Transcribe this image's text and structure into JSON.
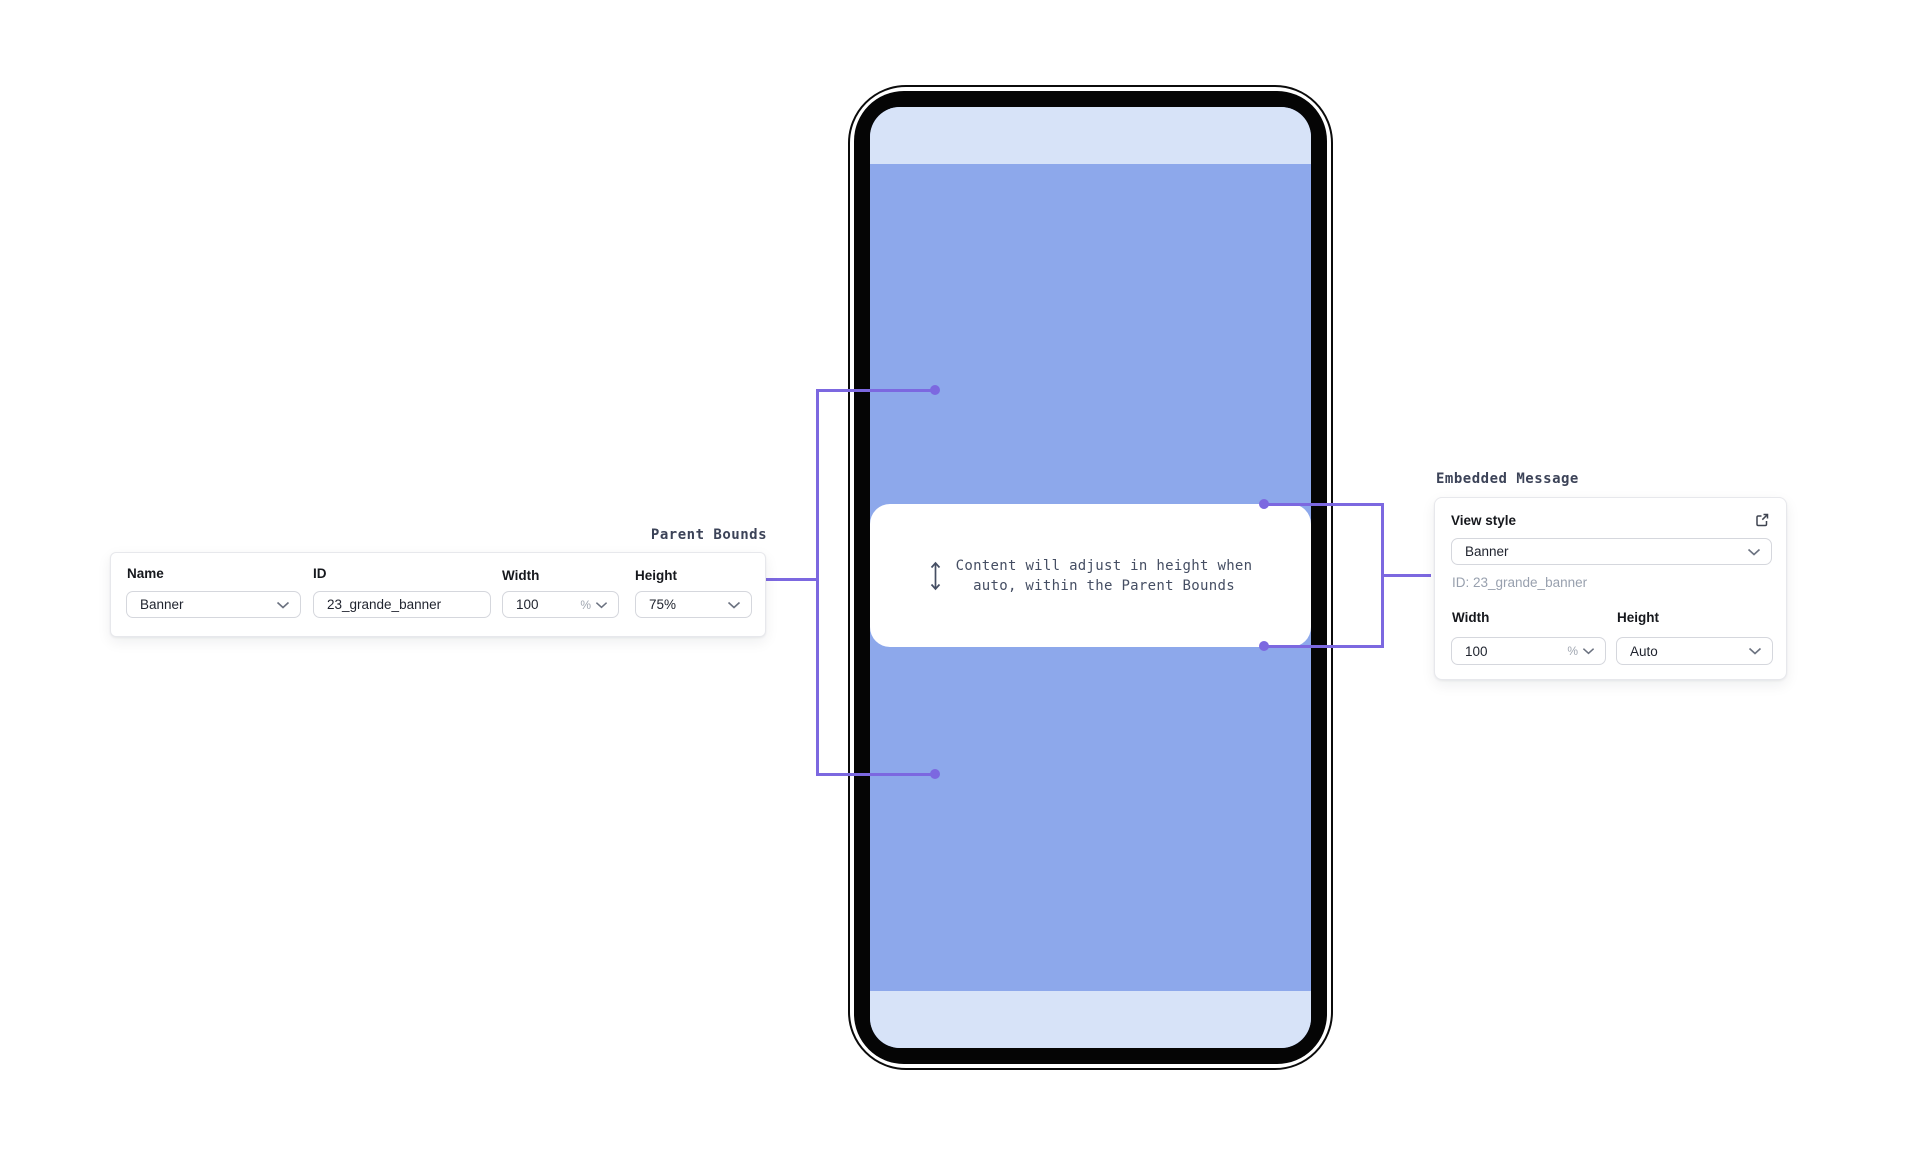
{
  "colors": {
    "banner_blue": "#8DA8EB",
    "status_strip_blue": "#D7E3F8",
    "connector_purple": "#7C68E0",
    "panel_title_color": "#3C4358",
    "content_text_color": "#454E63",
    "muted_text_color": "#98A0AE",
    "bezel_black": "#050505"
  },
  "parent_panel": {
    "title": "Parent Bounds",
    "name": {
      "label": "Name",
      "value": "Banner"
    },
    "id": {
      "label": "ID",
      "value": "23_grande_banner"
    },
    "width": {
      "label": "Width",
      "value": "100",
      "unit": "%"
    },
    "height": {
      "label": "Height",
      "value": "75%"
    }
  },
  "message_panel": {
    "title": "Embedded Message",
    "view_style": {
      "label": "View style",
      "value": "Banner"
    },
    "id_text": "ID: 23_grande_banner",
    "width": {
      "label": "Width",
      "value": "100",
      "unit": "%"
    },
    "height": {
      "label": "Height",
      "value": "Auto"
    }
  },
  "phone": {
    "message": {
      "line1": "Content will adjust in height when",
      "line2": "auto, within the Parent Bounds"
    }
  }
}
